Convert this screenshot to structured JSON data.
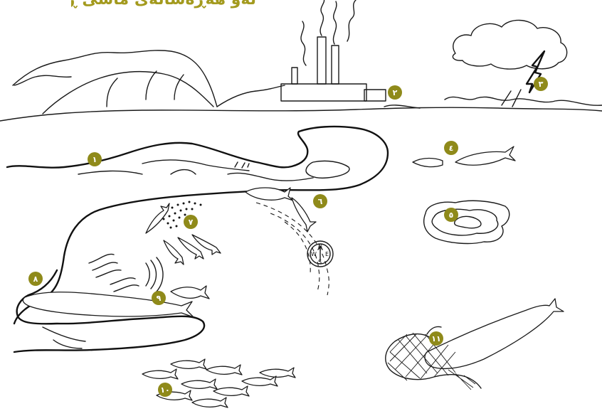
{
  "title": "ئەو هەڕەشانەی ماسی ڕووبەڕوویان دەبێتەوە",
  "compass": {
    "n": "N",
    "s": "S",
    "e": "E",
    "w": "W"
  },
  "markers": [
    {
      "id": "m1",
      "label": "١"
    },
    {
      "id": "m2",
      "label": "٢"
    },
    {
      "id": "m3",
      "label": "٣"
    },
    {
      "id": "m4",
      "label": "٤"
    },
    {
      "id": "m5",
      "label": "٥"
    },
    {
      "id": "m6",
      "label": "٦"
    },
    {
      "id": "m7",
      "label": "٧"
    },
    {
      "id": "m8",
      "label": "٨"
    },
    {
      "id": "m9",
      "label": "٩"
    },
    {
      "id": "m10",
      "label": "١٠"
    },
    {
      "id": "m11",
      "label": "١١"
    }
  ],
  "colors": {
    "badge": "#8f8a1a",
    "title": "#a39a1e",
    "line": "#1a1a1a"
  }
}
